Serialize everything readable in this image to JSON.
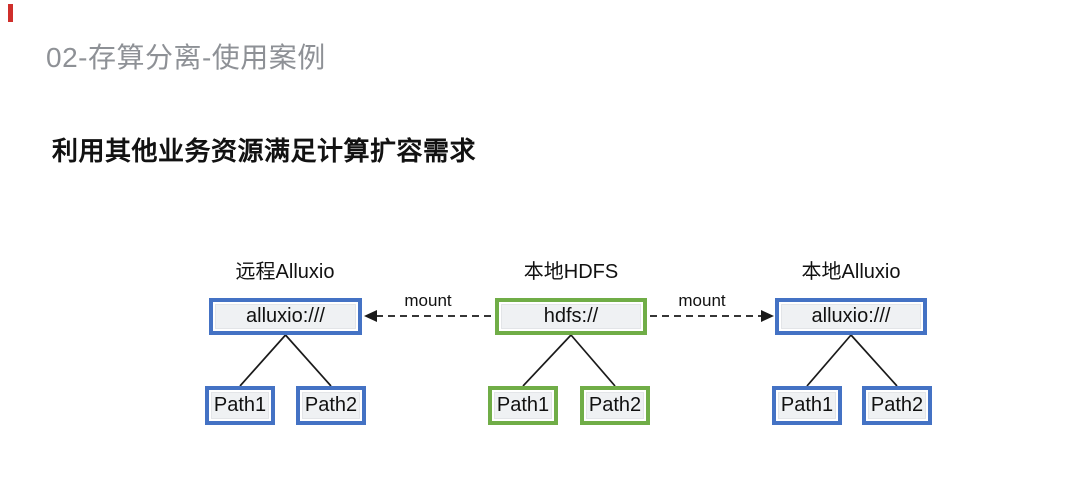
{
  "colors": {
    "accent_red": "#cf2f2b",
    "alluxio_blue": "#4472c4",
    "hdfs_green": "#70ad47",
    "node_fill": "#eff1f3",
    "title_gray": "#8e9196"
  },
  "header": {
    "page_title": "02-存算分离-使用案例"
  },
  "main": {
    "heading": "利用其他业务资源满足计算扩容需求"
  },
  "diagram": {
    "mount_label": "mount",
    "groups": [
      {
        "label": "远程Alluxio",
        "root": "alluxio:///",
        "children": [
          "Path1",
          "Path2"
        ],
        "border_color": "#4472c4"
      },
      {
        "label": "本地HDFS",
        "root": "hdfs://",
        "children": [
          "Path1",
          "Path2"
        ],
        "border_color": "#70ad47"
      },
      {
        "label": "本地Alluxio",
        "root": "alluxio:///",
        "children": [
          "Path1",
          "Path2"
        ],
        "border_color": "#4472c4"
      }
    ]
  }
}
